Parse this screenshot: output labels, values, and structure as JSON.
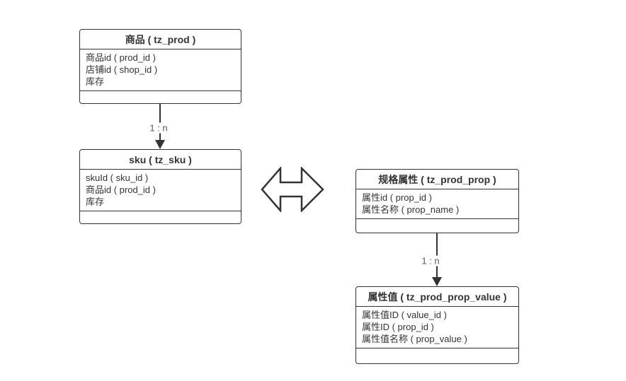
{
  "diagram": {
    "background": "#ffffff",
    "colors": {
      "shape_border": "#333333",
      "shape_fill": "#ffffff",
      "text": "#333333",
      "cardinality_label": "#595959"
    },
    "entities": [
      {
        "title": "商品 ( tz_prod )",
        "fields": [
          "商品id ( prod_id )",
          "店铺id ( shop_id )",
          "库存"
        ]
      },
      {
        "title": "sku ( tz_sku )",
        "fields": [
          "skuId ( sku_id )",
          "商品id ( prod_id )",
          "库存"
        ]
      },
      {
        "title": "规格属性 ( tz_prod_prop )",
        "fields": [
          "属性id ( prop_id )",
          "属性名称 ( prop_name )"
        ]
      },
      {
        "title": "属性值 ( tz_prod_prop_value )",
        "fields": [
          "属性值ID ( value_id )",
          "属性ID ( prop_id )",
          "属性值名称 ( prop_value )"
        ]
      }
    ],
    "connectors": [
      {
        "from": "商品 ( tz_prod )",
        "to": "sku ( tz_sku )",
        "label": "1 : n"
      },
      {
        "from": "规格属性 ( tz_prod_prop )",
        "to": "属性值 ( tz_prod_prop_value )",
        "label": "1 : n"
      }
    ],
    "icons": {
      "double_arrow": "left-right double arrow between sku and 规格属性",
      "arrowhead": "filled down arrowhead"
    }
  }
}
